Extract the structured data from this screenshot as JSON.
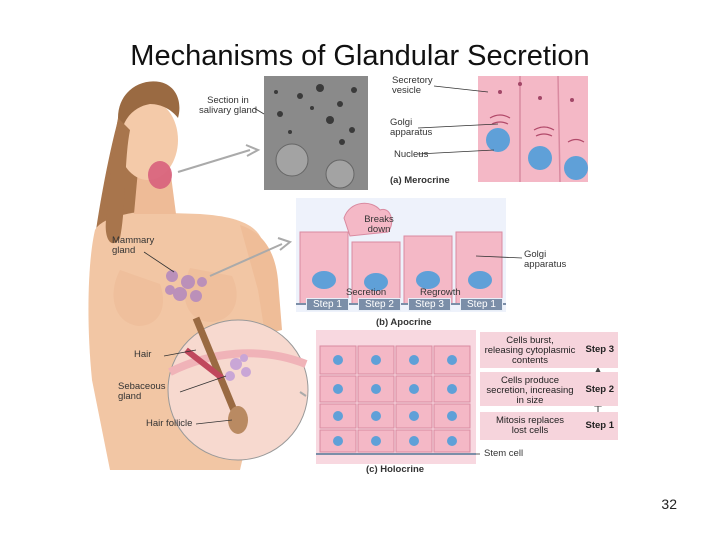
{
  "title": "Mechanisms of Glandular Secretion",
  "slide_number": "32",
  "labels": {
    "salivary": "Section in\nsalivary gland",
    "mammary": "Mammary\ngland",
    "hair": "Hair",
    "sebaceous": "Sebaceous\ngland",
    "hair_follicle": "Hair follicle",
    "secretory_vesicle": "Secretory\nvesicle",
    "golgi_apparatus": "Golgi\napparatus",
    "nucleus": "Nucleus",
    "merocrine": "(a) Merocrine",
    "breaks_down": "Breaks\ndown",
    "golgi_apparatus_b": "Golgi\napparatus",
    "secretion": "Secretion",
    "regrowth": "Regrowth",
    "apocrine": "(b) Apocrine",
    "holocrine": "(c) Holocrine",
    "stem_cell": "Stem cell"
  },
  "apocrine_steps": [
    "Step 1",
    "Step 2",
    "Step 3",
    "Step 1"
  ],
  "holocrine_callouts": [
    {
      "text": "Cells burst,\nreleasing cytoplasmic\ncontents",
      "step": "Step 3"
    },
    {
      "text": "Cells produce\nsecretion, increasing\nin size",
      "step": "Step 2"
    },
    {
      "text": "Mitosis replaces\nlost cells",
      "step": "Step 1"
    }
  ],
  "colors": {
    "cell_pink": "#f4b8c6",
    "nucleus_blue": "#5fa0d8",
    "skin": "#f2c6a4",
    "hair_brown": "#9a6a42",
    "micrograph_gray": "#8a8a8a"
  }
}
